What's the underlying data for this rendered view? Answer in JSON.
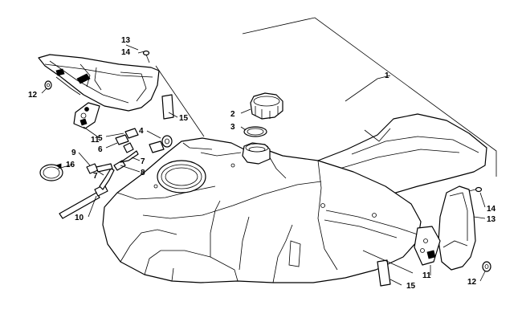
{
  "callouts": {
    "c1": "1",
    "c2": "2",
    "c3": "3",
    "c4": "4",
    "c5": "5",
    "c6": "6",
    "c7a": "7",
    "c7b": "7",
    "c8": "8",
    "c9": "9",
    "c10": "10",
    "c11a": "11",
    "c11b": "11",
    "c12a": "12",
    "c12b": "12",
    "c13a": "13",
    "c13b": "13",
    "c14a": "14",
    "c14b": "14",
    "c15a": "15",
    "c15b": "15",
    "c16": "16"
  }
}
